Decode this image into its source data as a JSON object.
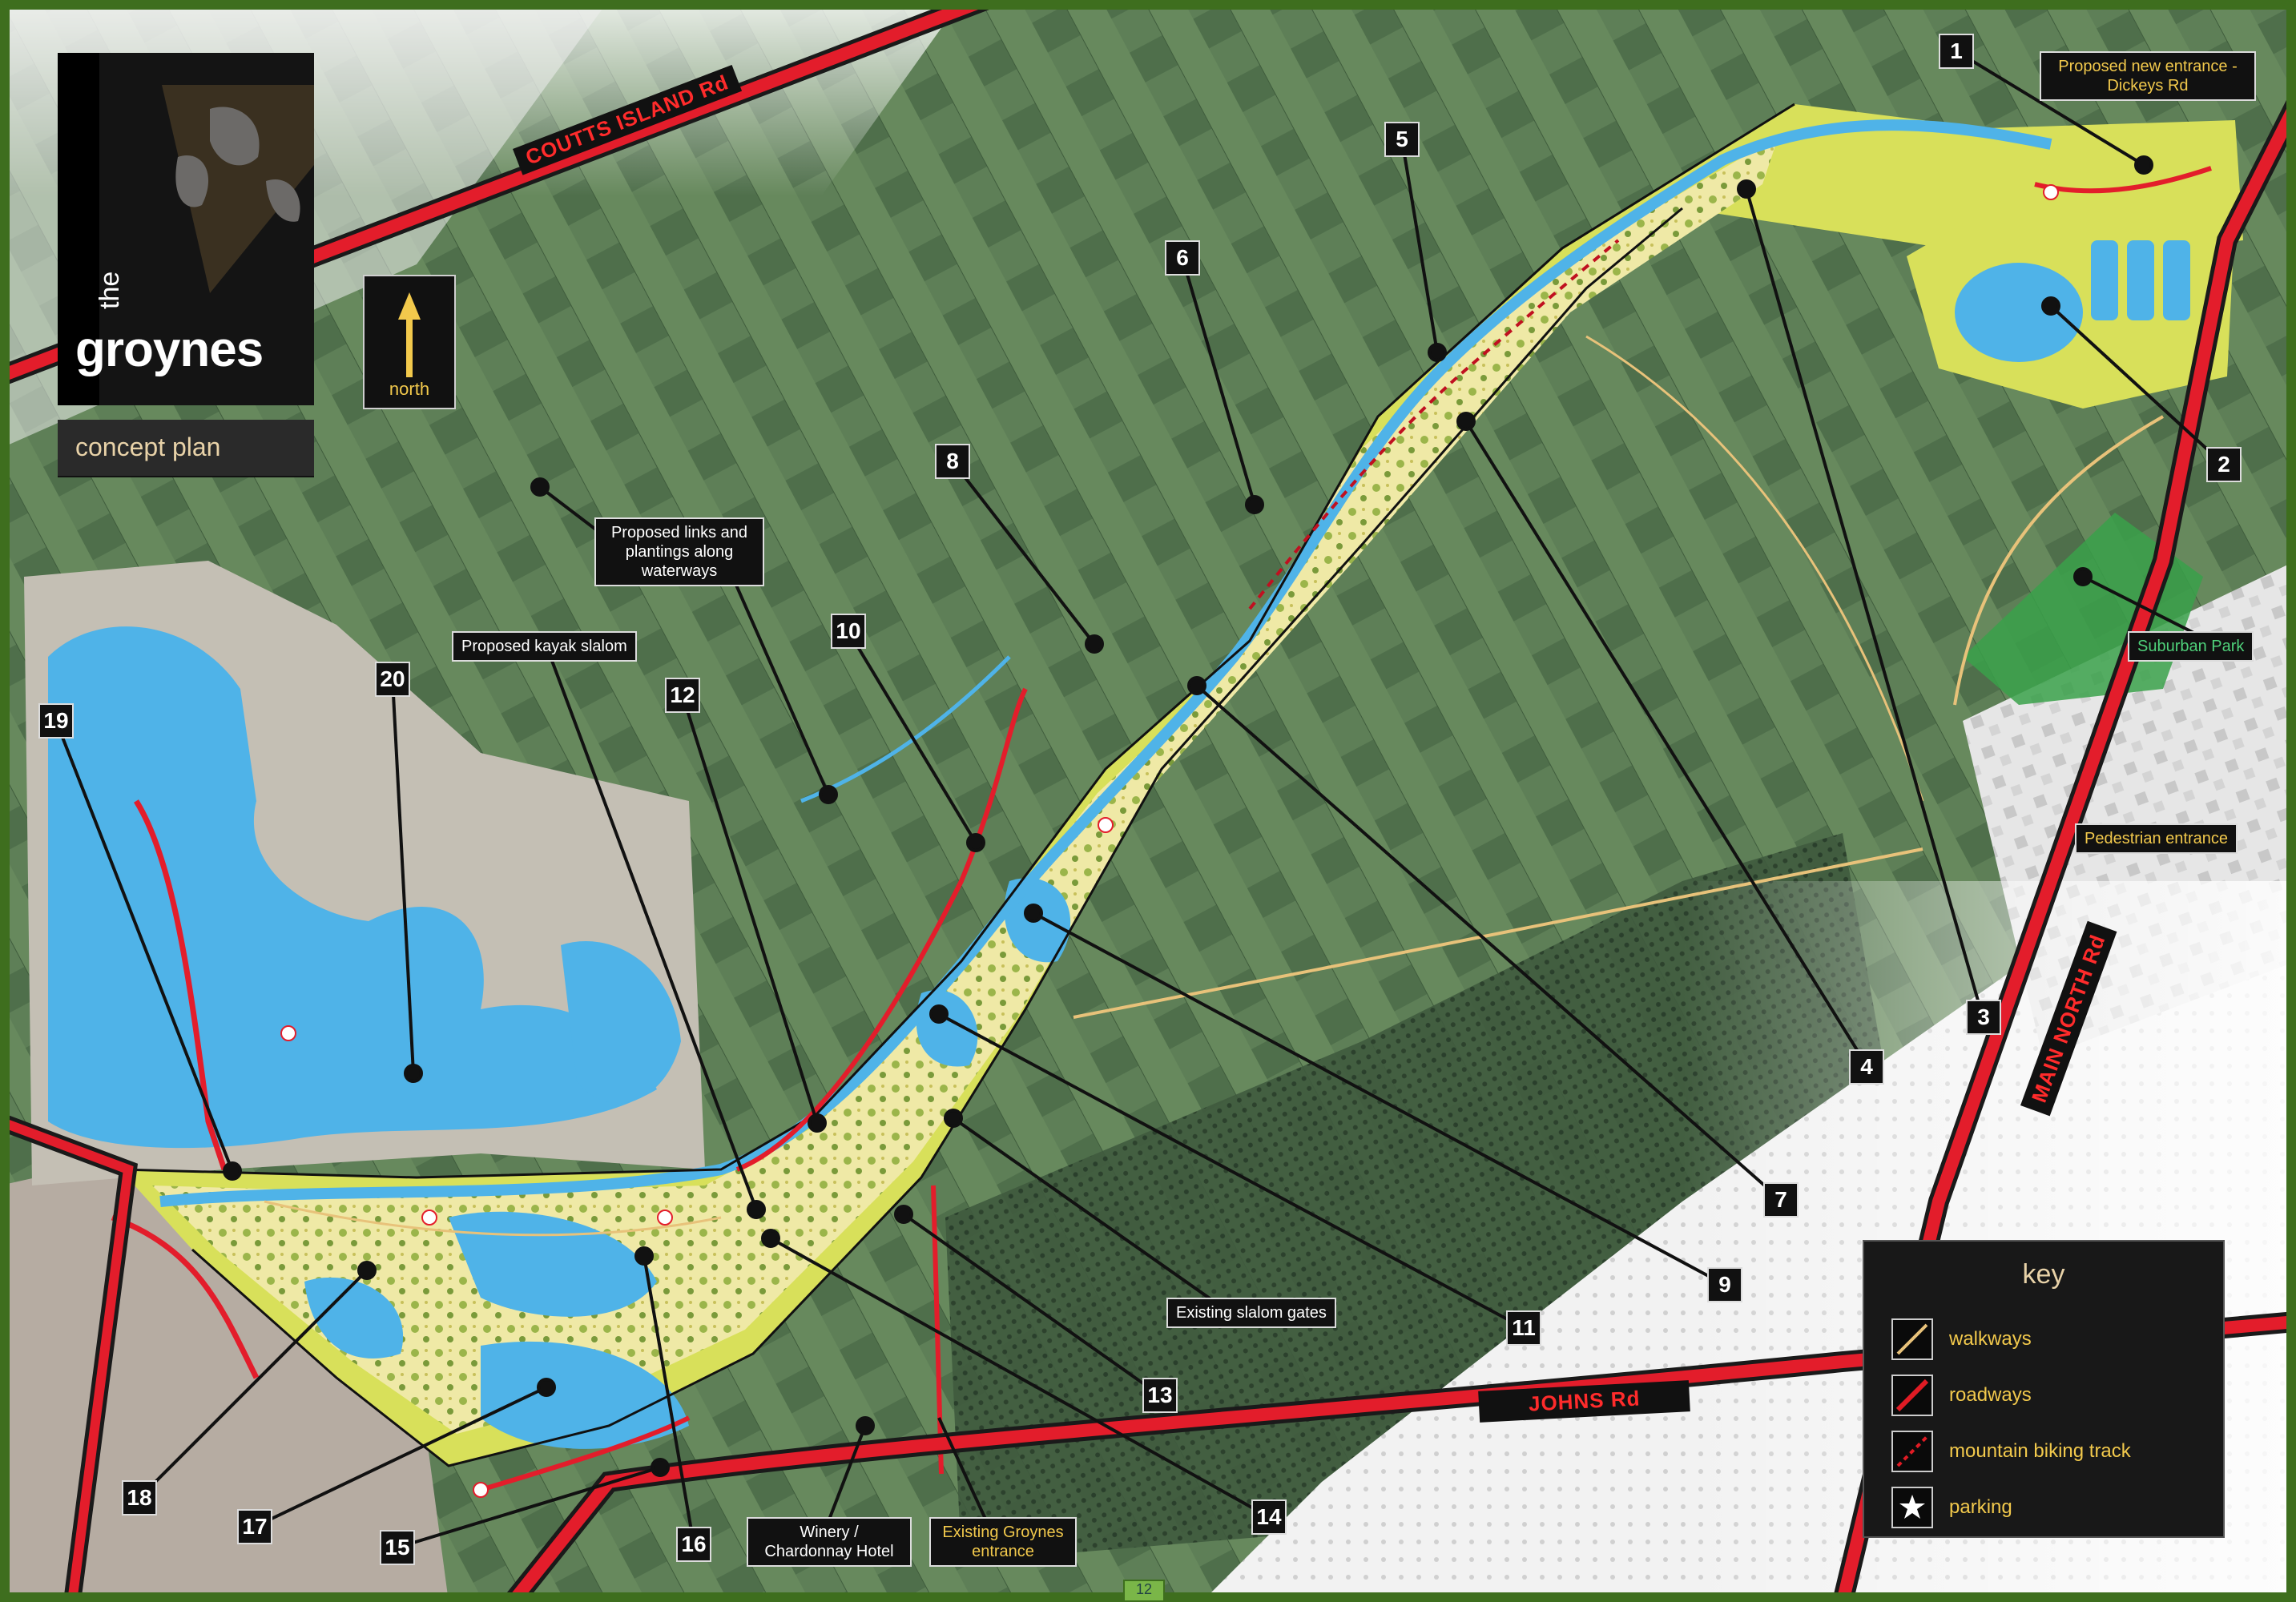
{
  "title": {
    "prefix": "the",
    "name": "groynes",
    "subtitle": "concept plan"
  },
  "north_arrow": {
    "label": "north"
  },
  "roads": [
    {
      "id": "coutts",
      "label": "COUTTS ISLAND Rd"
    },
    {
      "id": "johns",
      "label": "JOHNS Rd"
    },
    {
      "id": "main-north",
      "label": "MAIN NORTH Rd"
    }
  ],
  "callouts": [
    {
      "id": "new-entrance",
      "text": "Proposed new entrance -\nDickeys Rd",
      "style": "gold"
    },
    {
      "id": "links",
      "text": "Proposed links and\nplantings along\nwaterways",
      "style": "white"
    },
    {
      "id": "kayak",
      "text": "Proposed kayak slalom",
      "style": "white"
    },
    {
      "id": "suburban-park",
      "text": "Suburban Park",
      "style": "green"
    },
    {
      "id": "pedestrian",
      "text": "Pedestrian entrance",
      "style": "gold"
    },
    {
      "id": "slalom-gates",
      "text": "Existing slalom gates",
      "style": "white"
    },
    {
      "id": "winery",
      "text": "Winery /\nChardonnay Hotel",
      "style": "white"
    },
    {
      "id": "groynes-entrance",
      "text": "Existing Groynes\nentrance",
      "style": "gold"
    }
  ],
  "markers": [
    "1",
    "2",
    "3",
    "4",
    "5",
    "6",
    "7",
    "8",
    "9",
    "10",
    "11",
    "12",
    "13",
    "14",
    "15",
    "16",
    "17",
    "18",
    "19",
    "20"
  ],
  "key": {
    "title": "key",
    "items": [
      {
        "id": "walkways",
        "label": "walkways",
        "color": "#e8c27a"
      },
      {
        "id": "roadways",
        "label": "roadways",
        "color": "#e01b24"
      },
      {
        "id": "mtb",
        "label": "mountain biking track",
        "color": "#e01b24"
      },
      {
        "id": "parking",
        "label": "parking",
        "color": "#ffffff"
      }
    ]
  },
  "page_number": "12",
  "colors": {
    "road": "#e31d2b",
    "water": "#4fb3e8",
    "park": "#d8e05a",
    "farmland": "#5b7e55",
    "urban": "#cfcfcf",
    "border": "#4a7a2a"
  }
}
